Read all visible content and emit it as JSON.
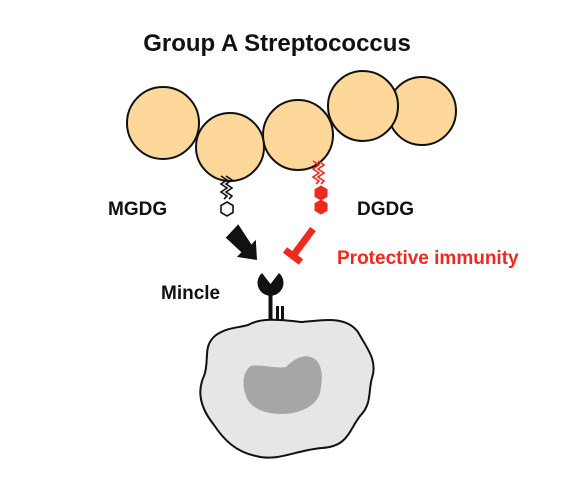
{
  "title": "Group A Streptococcus",
  "labels": {
    "mgdg": "MGDG",
    "dgdg": "DGDG",
    "mincle": "Mincle",
    "protective": "Protective immunity"
  },
  "colors": {
    "coccus_fill": "#FDD89A",
    "outline": "#111111",
    "red": "#EE2A1E",
    "cell_fill": "#E6E6E6",
    "nucleus_fill": "#A6A6A6"
  }
}
